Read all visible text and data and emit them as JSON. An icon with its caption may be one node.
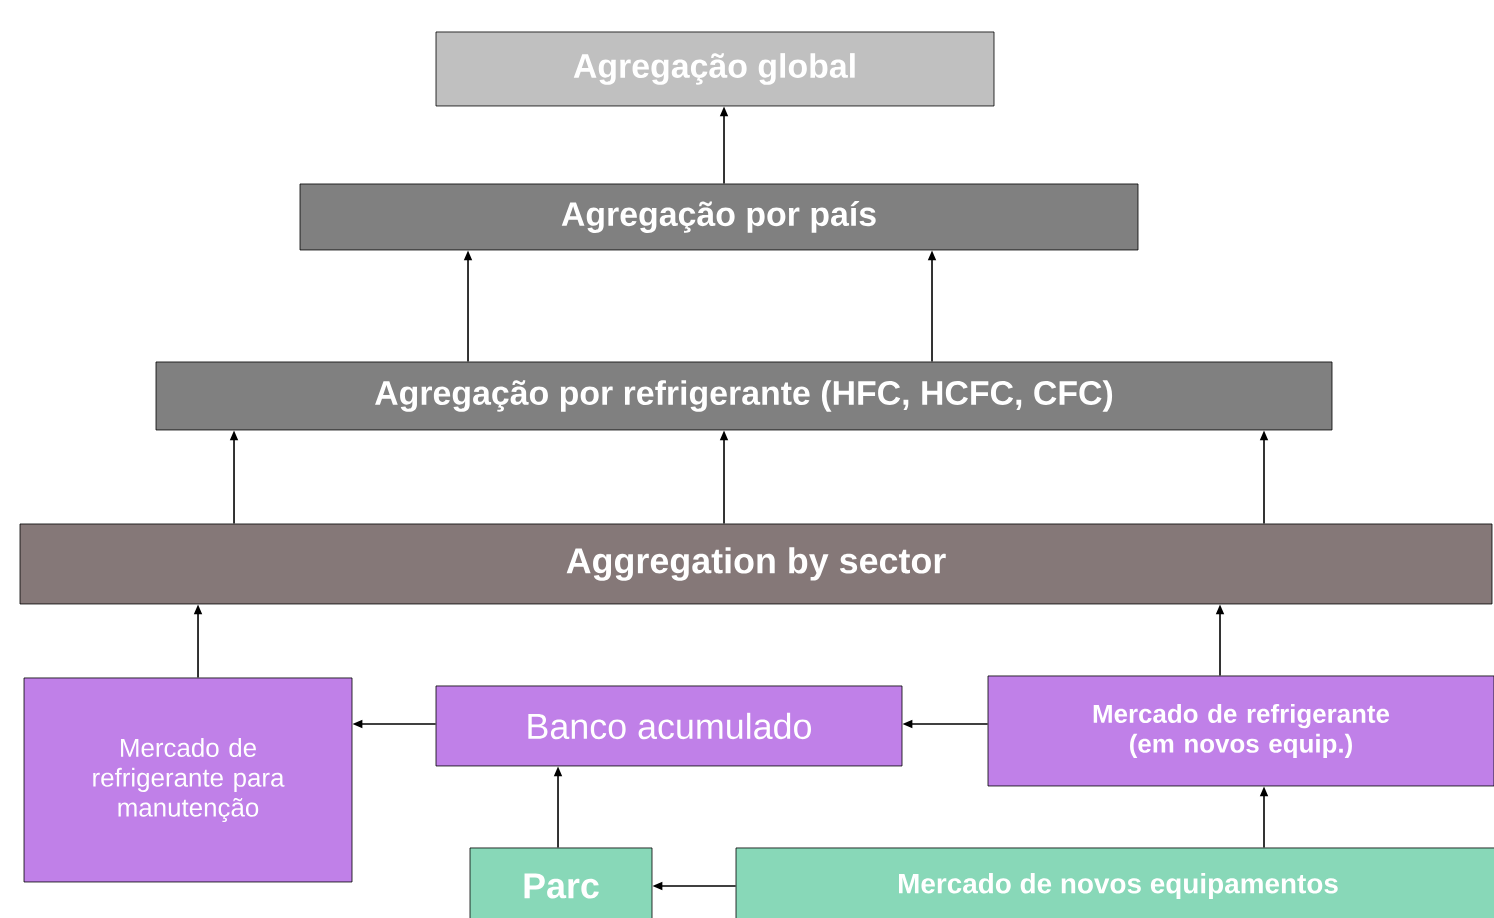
{
  "diagram": {
    "nodes": [
      {
        "text": [
          "Agregação global"
        ]
      },
      {
        "text": [
          "Agregação por país"
        ]
      },
      {
        "text": [
          "Agregação por refrigerante (HFC, HCFC, CFC)"
        ]
      },
      {
        "text": [
          "Aggregation by sector"
        ]
      },
      {
        "text": [
          "Mercado de refrigerante para manutenção"
        ]
      },
      {
        "text": [
          "Banco acumulado"
        ]
      },
      {
        "text": [
          "Mercado de refrigerante (em novos equip.)"
        ]
      },
      {
        "text": [
          "Parc"
        ]
      },
      {
        "text": [
          "Mercado de novos equipamentos"
        ]
      }
    ],
    "edges": [
      {
        "from": 1,
        "to": 0,
        "arrow": "to"
      },
      {
        "from": 2,
        "to": 1,
        "arrow": "to"
      },
      {
        "from": 2,
        "to": 1,
        "arrow": "to"
      },
      {
        "from": 3,
        "to": 2,
        "arrow": "to"
      },
      {
        "from": 3,
        "to": 2,
        "arrow": "to"
      },
      {
        "from": 3,
        "to": 2,
        "arrow": "to"
      },
      {
        "from": 4,
        "to": 3,
        "arrow": "to"
      },
      {
        "from": 6,
        "to": 3,
        "arrow": "to"
      },
      {
        "from": 5,
        "to": 4,
        "arrow": "to"
      },
      {
        "from": 6,
        "to": 5,
        "arrow": "to"
      },
      {
        "from": 7,
        "to": 5,
        "arrow": "to"
      },
      {
        "from": 8,
        "to": 7,
        "arrow": "to"
      },
      {
        "from": 8,
        "to": 6,
        "arrow": "to"
      }
    ]
  }
}
